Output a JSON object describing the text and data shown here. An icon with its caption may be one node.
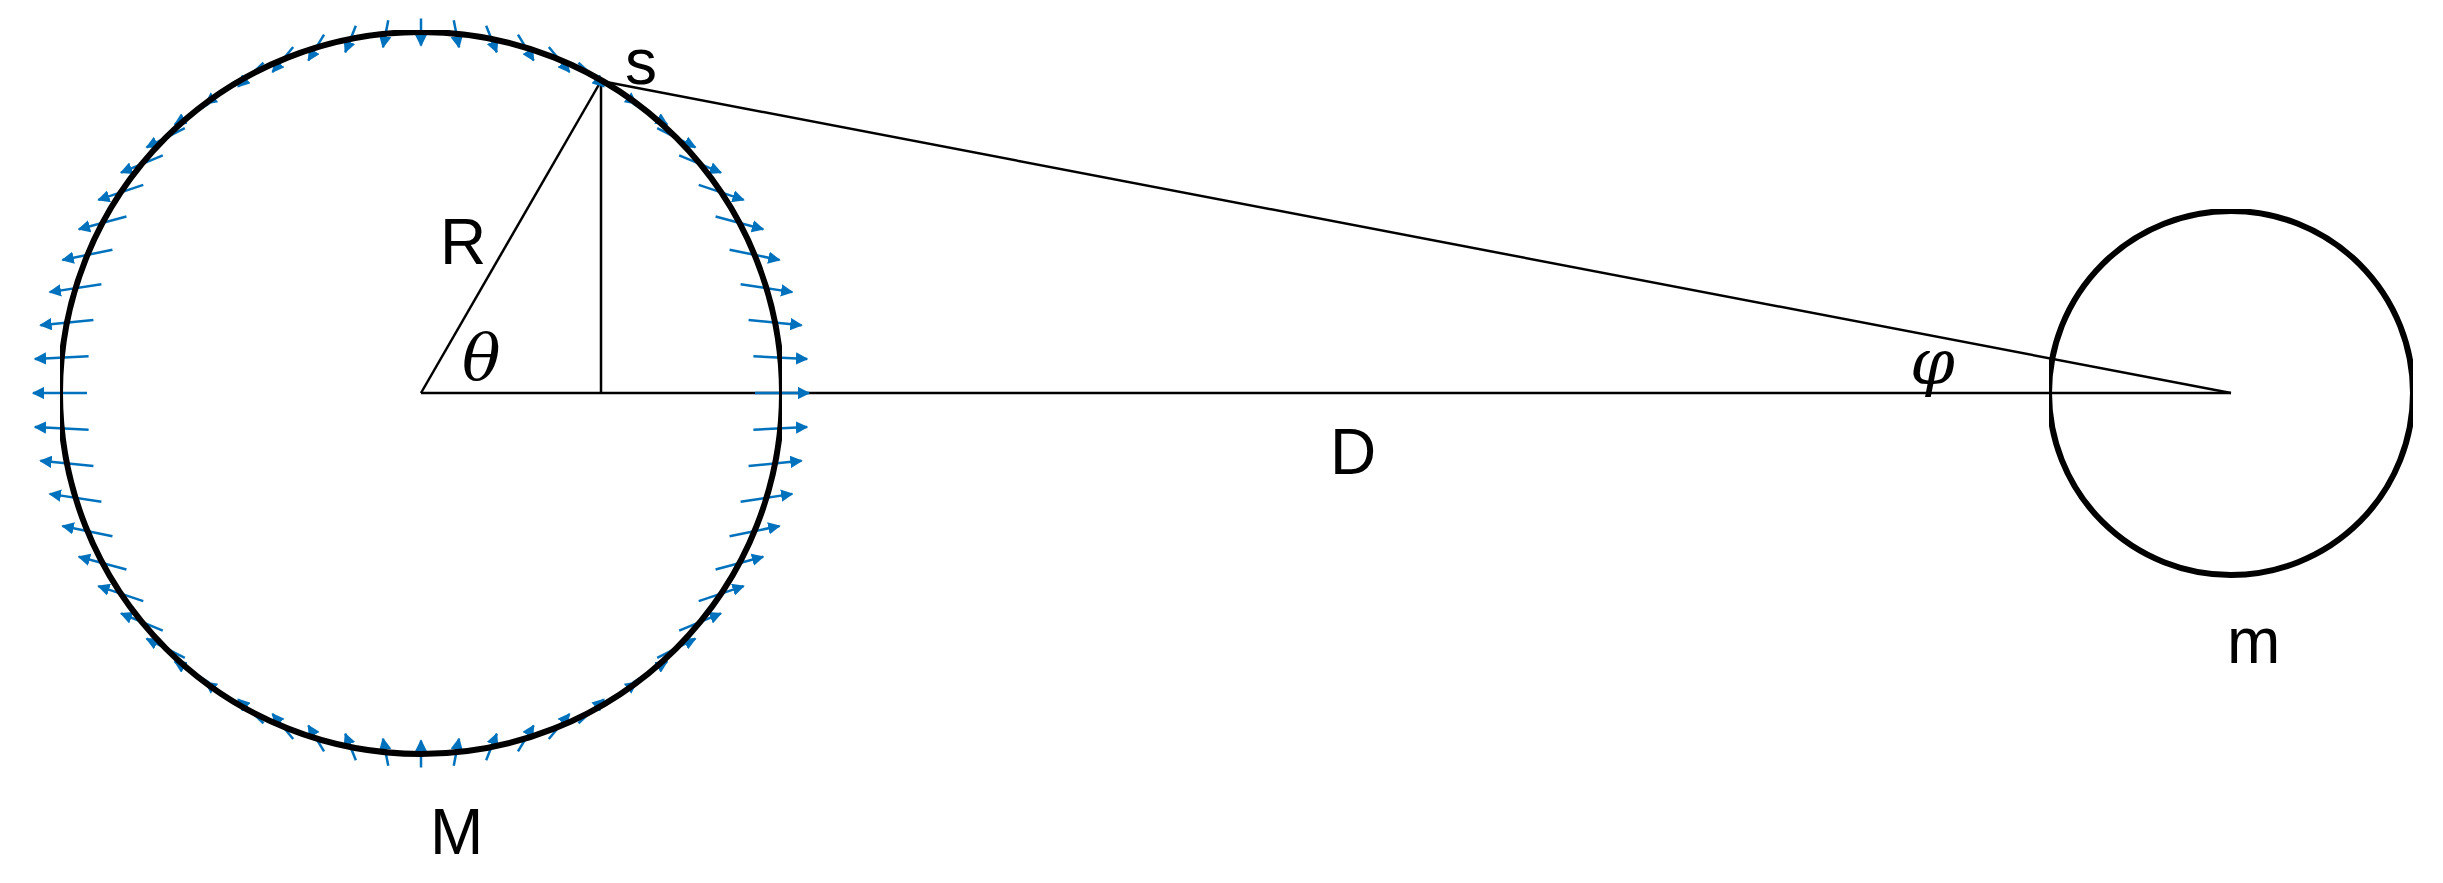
{
  "diagram": {
    "nodes": [
      {
        "text": [
          "M"
        ]
      },
      {
        "text": [
          "m"
        ]
      }
    ],
    "labels": [
      "s",
      "R",
      "θ",
      "D",
      "φ"
    ]
  }
}
